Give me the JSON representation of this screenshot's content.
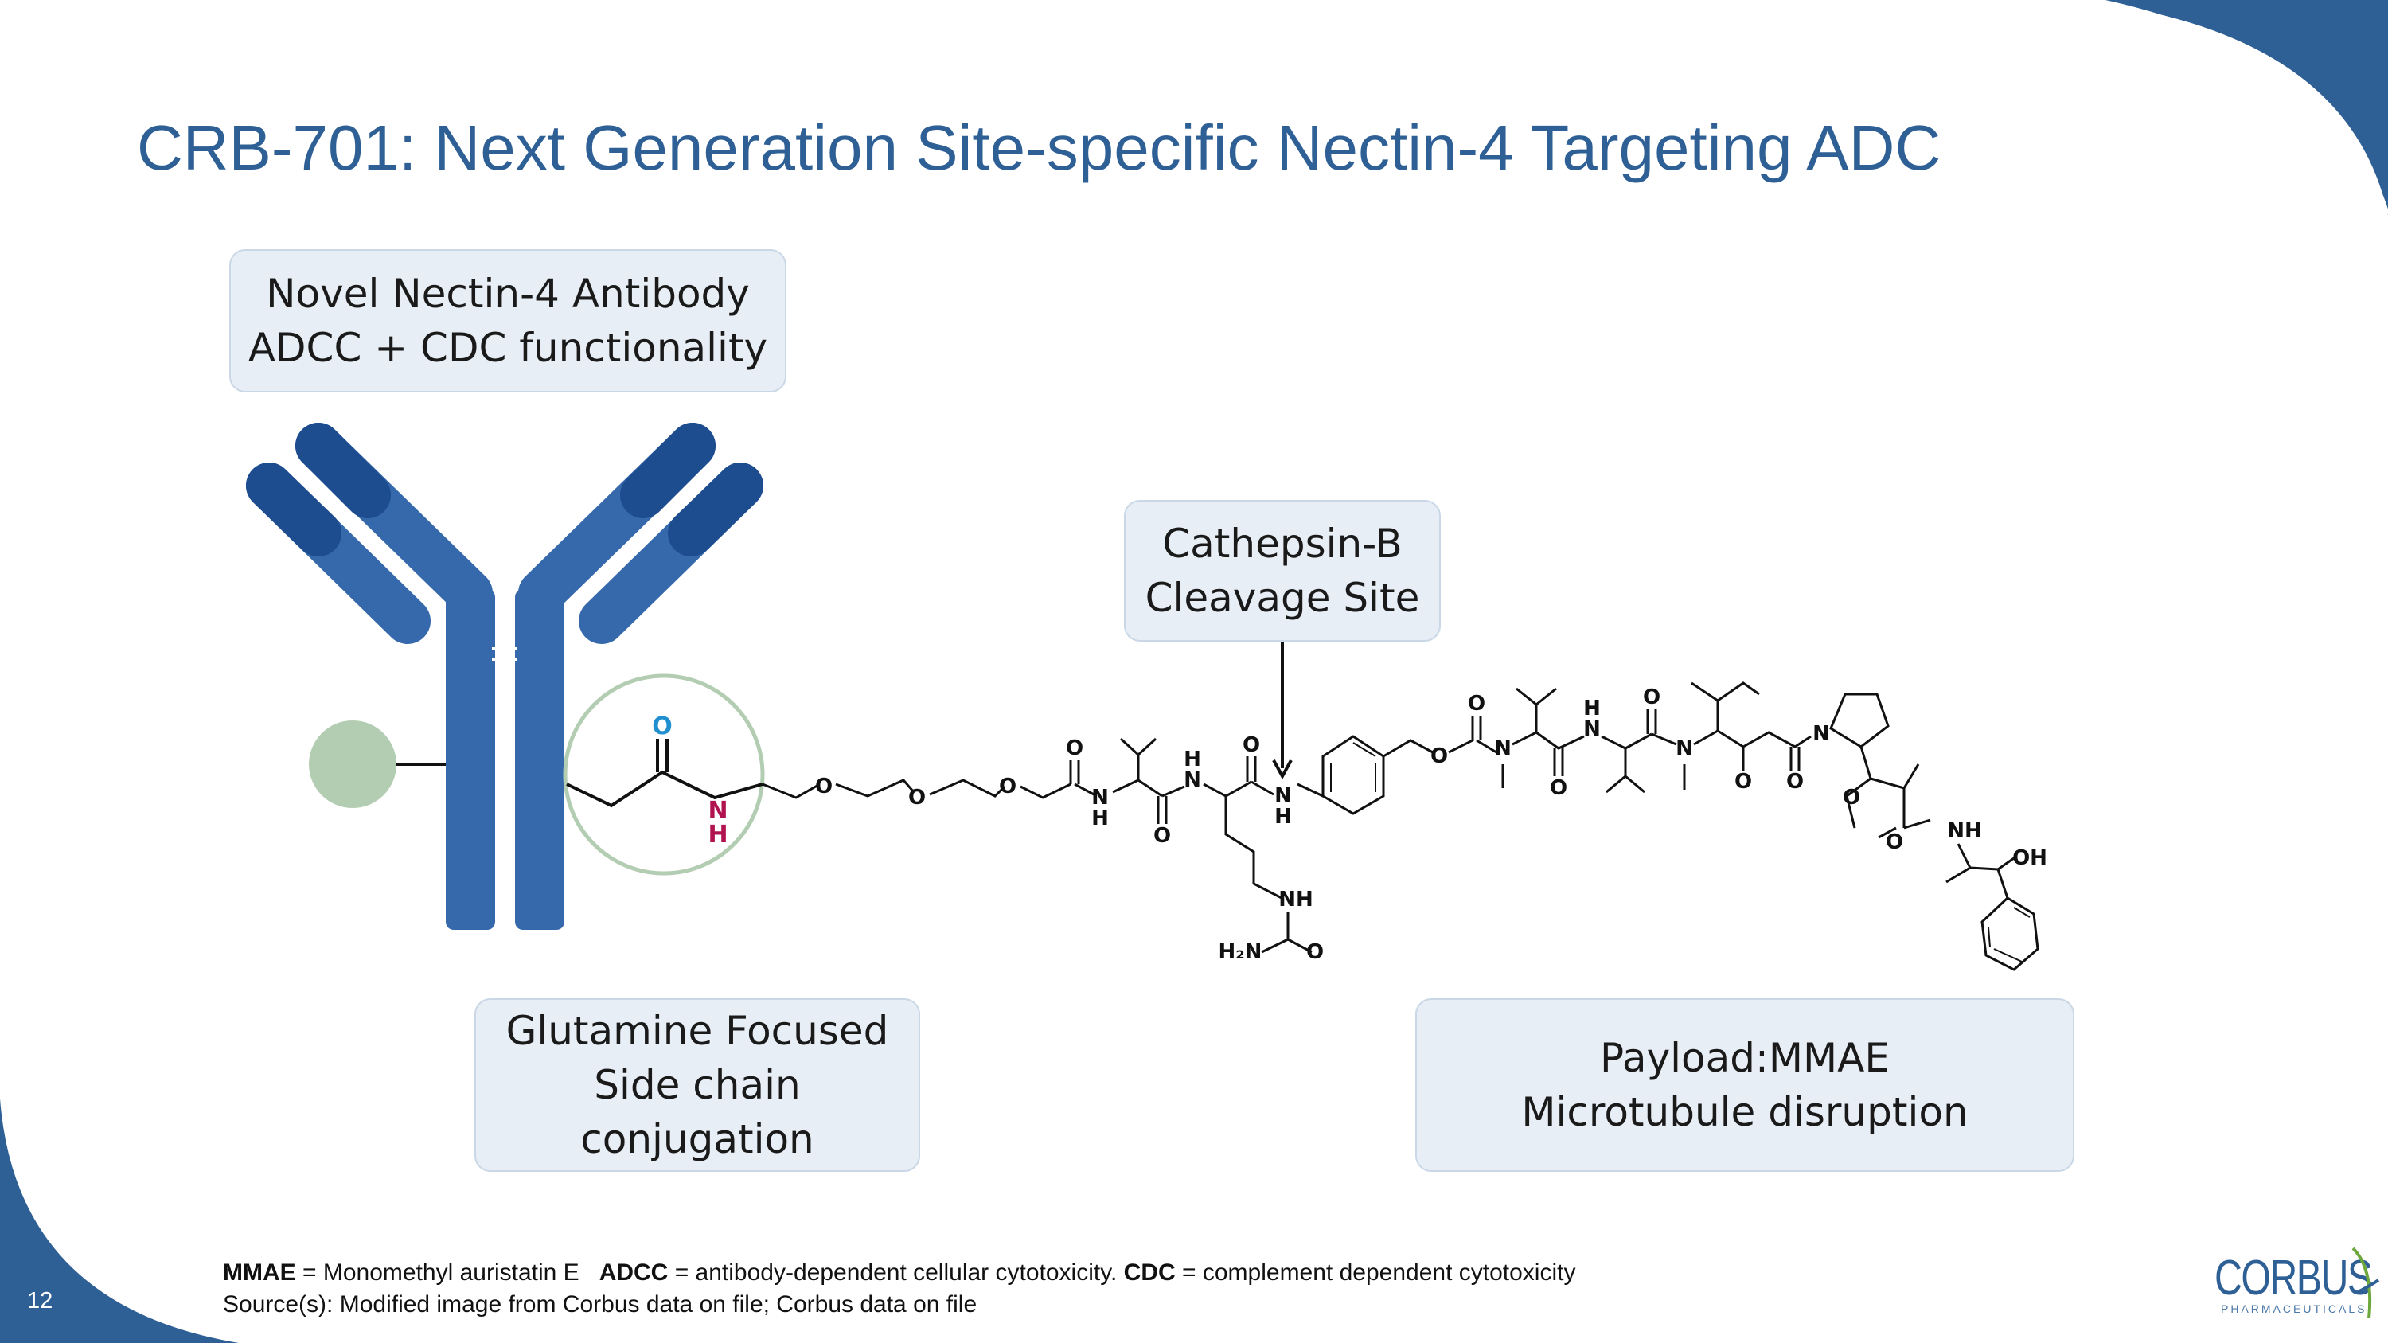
{
  "slide": {
    "title": "CRB-701: Next Generation Site-specific Nectin-4 Targeting ADC",
    "page_number": "12"
  },
  "callouts": {
    "antibody": {
      "line1": "Novel Nectin-4 Antibody",
      "line2": "ADCC + CDC functionality"
    },
    "cleavage": {
      "line1": "Cathepsin-B",
      "line2": "Cleavage Site"
    },
    "glutamine": {
      "line1": "Glutamine Focused",
      "line2": "Side chain",
      "line3": "conjugation"
    },
    "payload": {
      "line1": "Payload:MMAE",
      "line2": "Microtubule disruption"
    }
  },
  "molecule_labels": {
    "carbonyl_o": "O",
    "amide_n": "N",
    "amide_h": "H",
    "o": "O",
    "n": "N",
    "nh": "NH",
    "h": "H",
    "h2n": "H₂N",
    "oh": "OH"
  },
  "footnote": {
    "abbr1": "MMAE",
    "def1": "= Monomethyl auristatin E",
    "abbr2": "ADCC",
    "def2": "= antibody-dependent cellular cytotoxicity.",
    "abbr3": "CDC",
    "def3": "= complement dependent cytotoxicity",
    "source": "Source(s): Modified image from Corbus data on file; Corbus data on file"
  },
  "logo": {
    "name": "CORBUS",
    "tagline": "PHARMACEUTICALS"
  },
  "colors": {
    "title": "#2e6096",
    "antibody_dark": "#1d4c8f",
    "antibody_mid": "#3569ab",
    "conjugate_circle": "#b3cdb2",
    "carbonyl_o": "#1f8fd0",
    "amide_nh": "#b0134f",
    "corner_accent": "#2e6096"
  }
}
